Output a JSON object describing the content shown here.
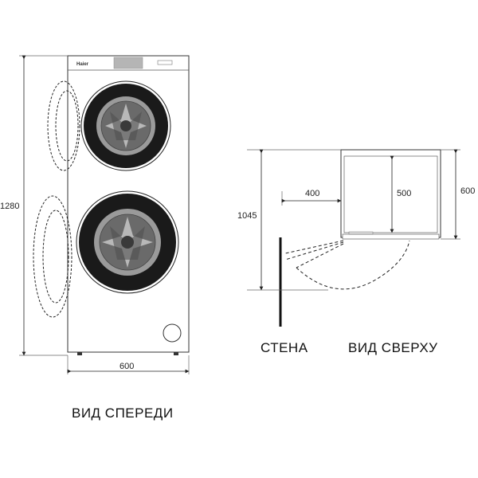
{
  "front_view": {
    "brand": "Haier",
    "height_label": "1280",
    "width_label": "600",
    "caption": "ВИД СПЕРЕДИ"
  },
  "top_view": {
    "depth_label": "1045",
    "door_clearance_label": "400",
    "body_depth_label": "500",
    "side_depth_label": "600",
    "wall_caption": "СТЕНА",
    "caption": "ВИД СВЕРХУ"
  },
  "colors": {
    "drum_dark": "#1a1a1a",
    "drum_mid": "#8a8a8a",
    "line": "#222222"
  }
}
